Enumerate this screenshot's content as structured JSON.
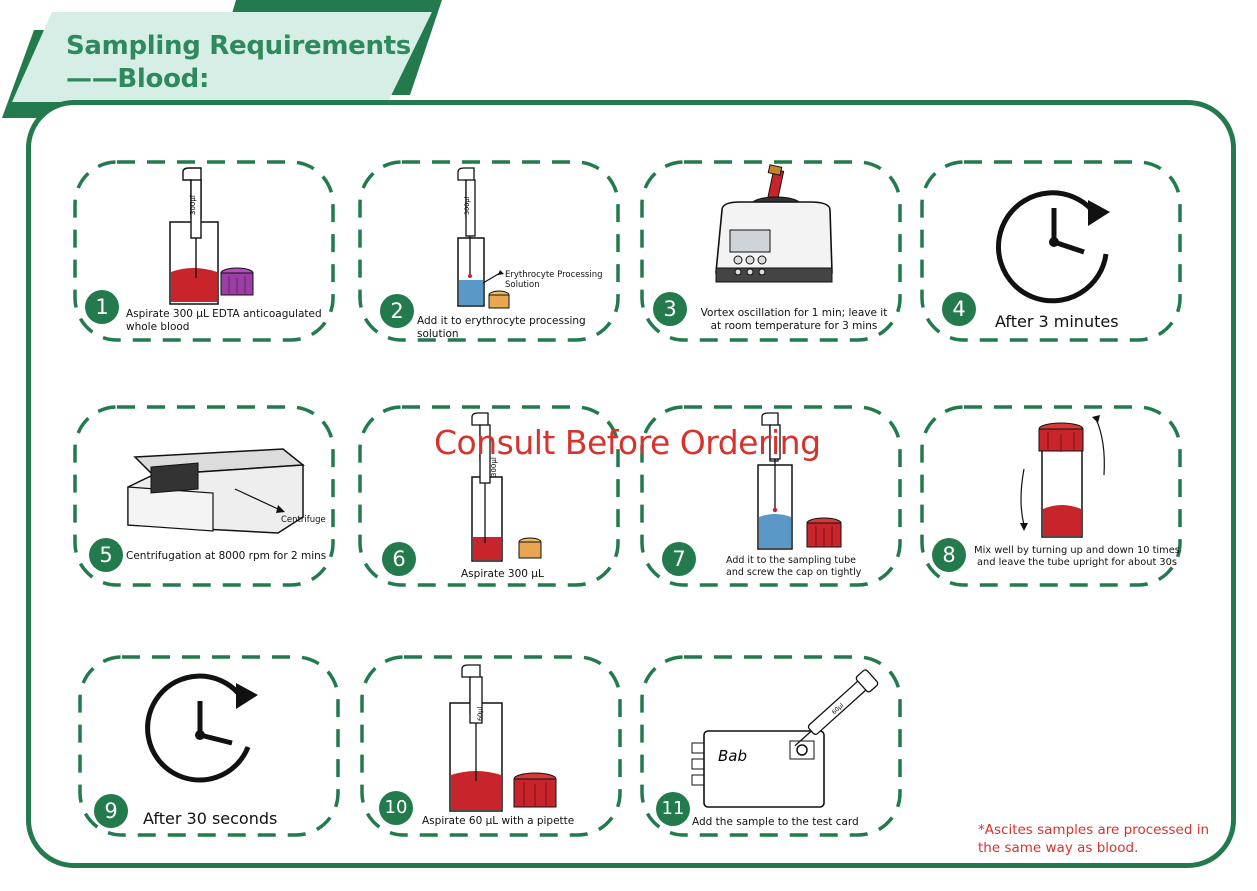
{
  "title": {
    "line1": "Sampling Requirements",
    "line2": "——Blood:"
  },
  "colors": {
    "brand_green": "#227a4d",
    "title_bg": "#d6eee5",
    "blood_red": "#c8242c",
    "note_red": "#d8322d",
    "solution_blue": "#5a98c8",
    "cap_orange": "#e8a650",
    "cap_purple": "#9b3fa5"
  },
  "steps": [
    {
      "num": "1",
      "caption": "Aspirate 300 μL EDTA anticoagulated whole blood",
      "pipette_label": "300μl"
    },
    {
      "num": "2",
      "caption": "Add it to erythrocyte processing solution",
      "callout": "Erythrocyte Processing Solution",
      "pipette_label": "300μl"
    },
    {
      "num": "3",
      "caption": "Vortex oscillation for 1 min; leave it at room temperature for 3 mins"
    },
    {
      "num": "4",
      "caption": "After 3 minutes"
    },
    {
      "num": "5",
      "caption": "Centrifugation at 8000 rpm for 2 mins",
      "callout": "Centrifuge"
    },
    {
      "num": "6",
      "caption": "Aspirate 300 μL",
      "pipette_label": "300μl"
    },
    {
      "num": "7",
      "caption": "Add it to the sampling tube and screw the cap on tightly"
    },
    {
      "num": "8",
      "caption": "Mix well by turning up and down 10 times and leave the tube upright for about 30s"
    },
    {
      "num": "9",
      "caption": "After 30 seconds"
    },
    {
      "num": "10",
      "caption": "Aspirate 60 μL with a pipette",
      "pipette_label": "60μl"
    },
    {
      "num": "11",
      "caption": "Add the sample to the test card",
      "card_label": "Bab",
      "pipette_label": "60μl"
    }
  ],
  "watermark": "Consult Before Ordering",
  "note": "*Ascites samples are processed in the same way as blood."
}
